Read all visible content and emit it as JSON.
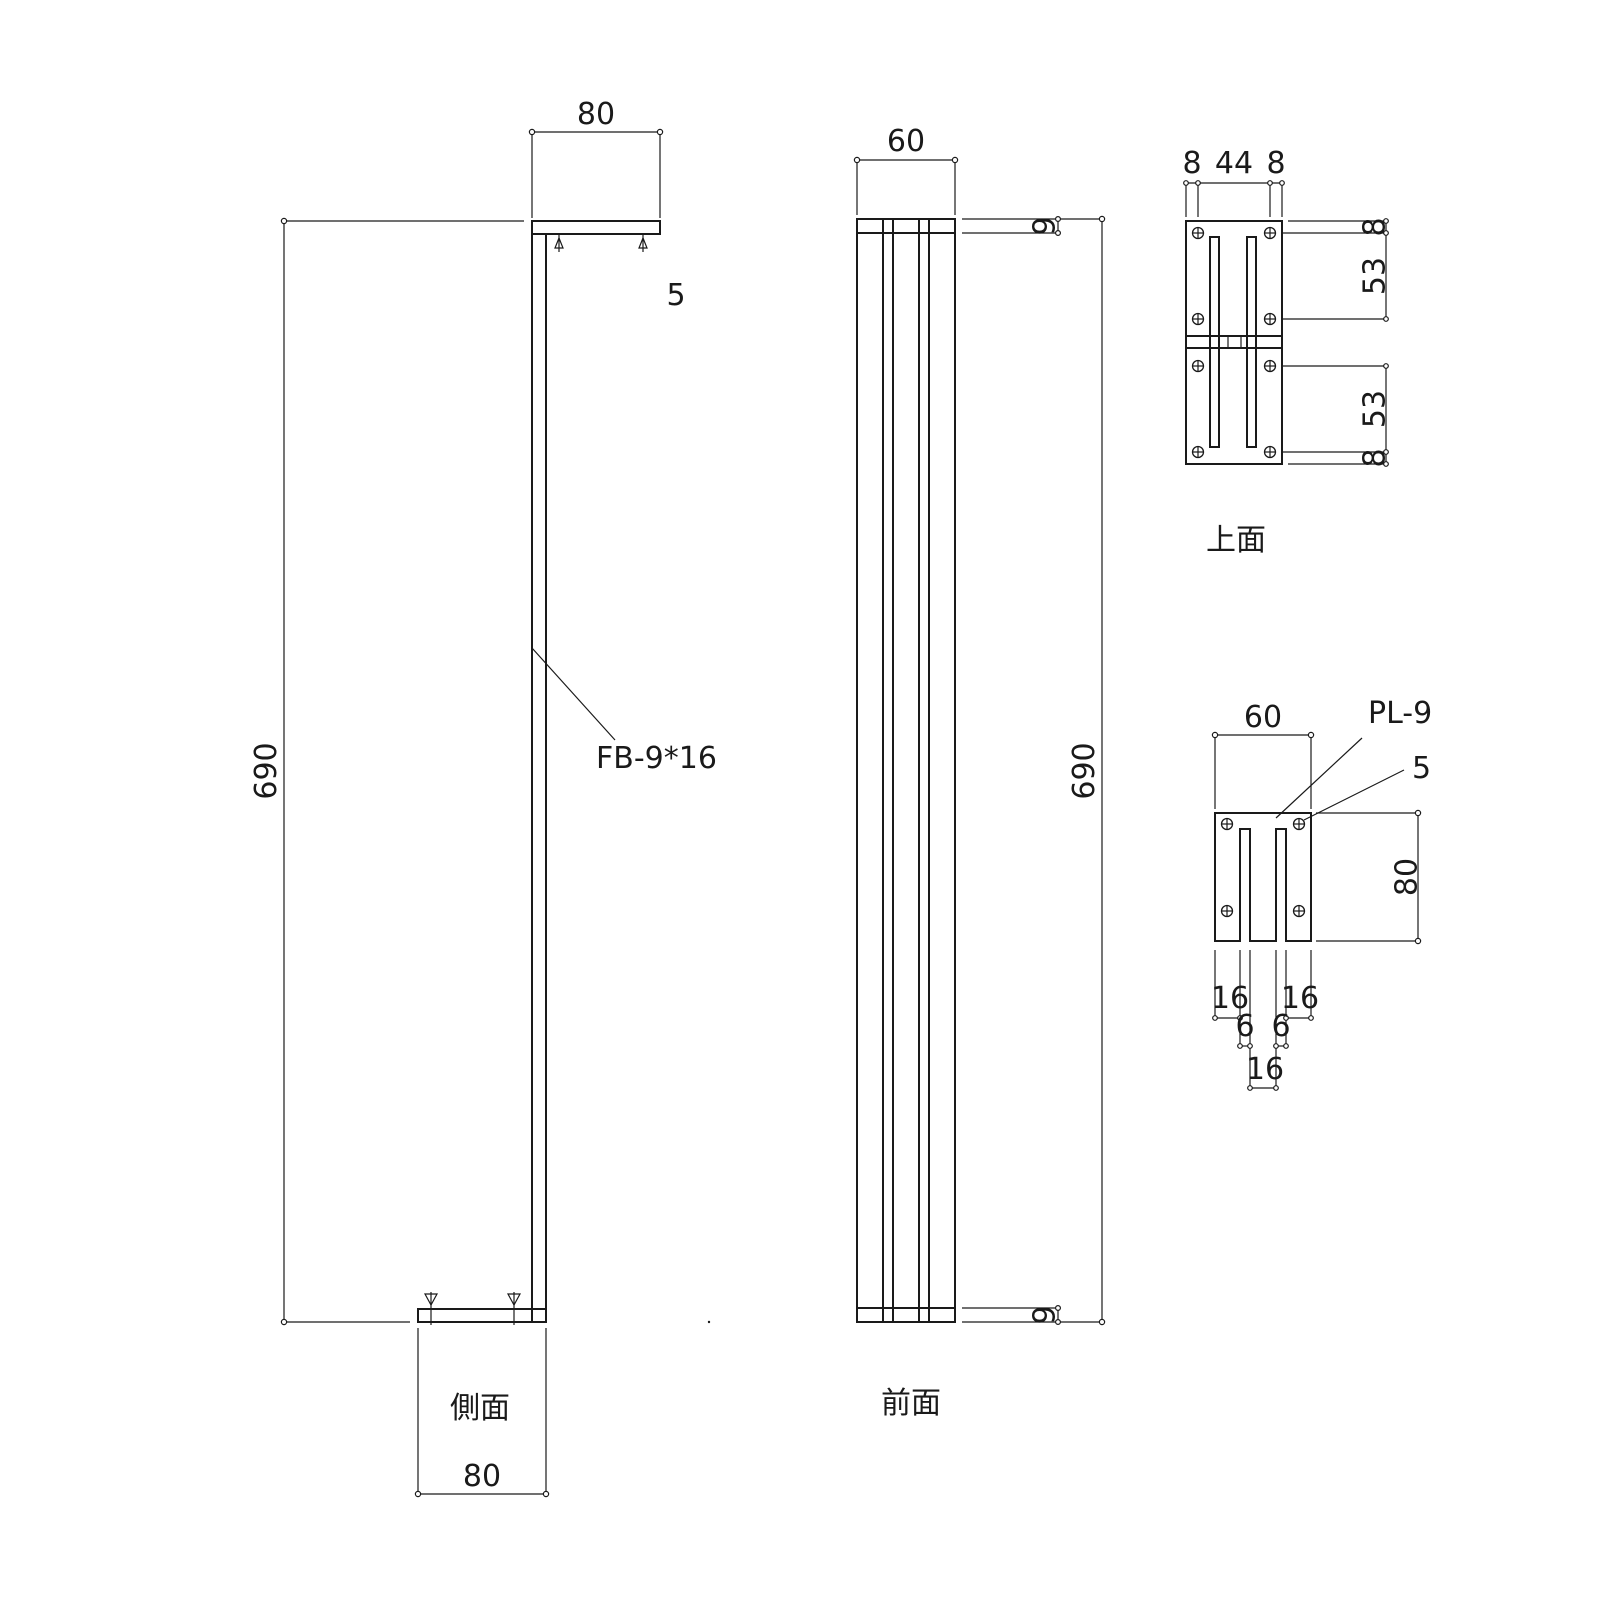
{
  "views": {
    "side": {
      "title": "側面",
      "dim_top_width": "80",
      "dim_weld": "5",
      "dim_height": "690",
      "dim_bottom_width": "80",
      "member_label": "FB-9*16"
    },
    "front": {
      "title": "前面",
      "dim_width": "60",
      "dim_top_plate": "9",
      "dim_bottom_plate": "9",
      "dim_height": "690"
    },
    "top": {
      "title": "上面",
      "dim_left_edge": "8",
      "dim_middle": "44",
      "dim_right_edge": "8",
      "dim_edge_1": "8",
      "dim_pitch_1": "53",
      "dim_pitch_2": "53",
      "dim_edge_2": "8"
    },
    "plate": {
      "dim_width": "60",
      "plate_label": "PL-9",
      "weld_label": "5",
      "dim_depth": "80",
      "dim_leg_left": "16",
      "dim_leg_right": "16",
      "dim_slot_left": "6",
      "dim_slot_right": "6",
      "dim_center": "16"
    }
  }
}
